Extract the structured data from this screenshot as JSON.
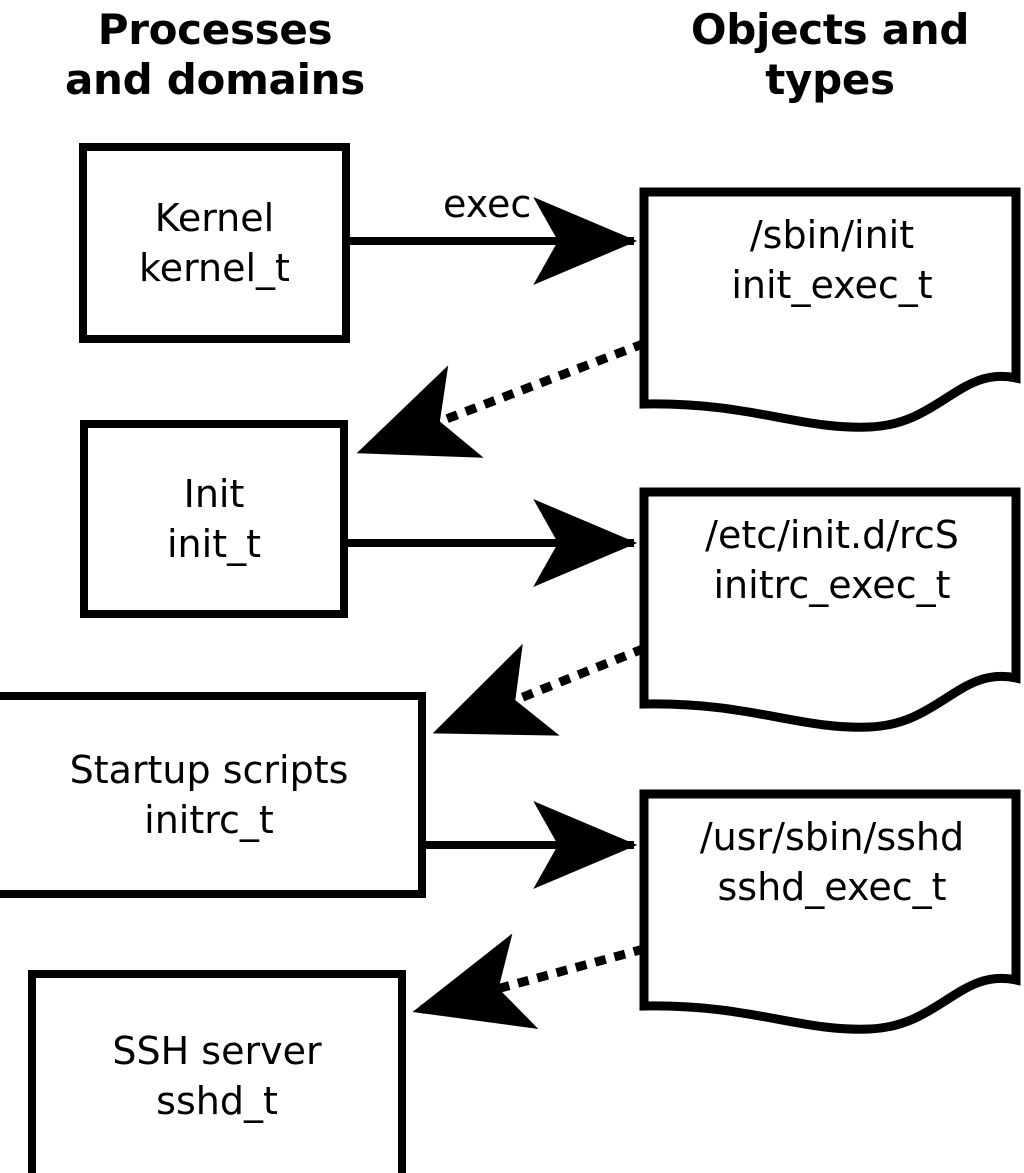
{
  "diagram": {
    "title": "SELinux process domain and object type transitions",
    "background_color": "#ffffff",
    "stroke_color": "#000000",
    "headers": {
      "left": "Processes\nand domains",
      "right": "Objects and\ntypes"
    },
    "process_boxes": [
      {
        "name": "kernel",
        "title": "Kernel",
        "type_label": "kernel_t"
      },
      {
        "name": "init",
        "title": "Init",
        "type_label": "init_t"
      },
      {
        "name": "initrc",
        "title": "Startup scripts",
        "type_label": "initrc_t"
      },
      {
        "name": "sshd",
        "title": "SSH server",
        "type_label": "sshd_t"
      }
    ],
    "object_docs": [
      {
        "name": "init-exec",
        "path": "/sbin/init",
        "type_label": "init_exec_t"
      },
      {
        "name": "initrc-exec",
        "path": "/etc/init.d/rcS",
        "type_label": "initrc_exec_t"
      },
      {
        "name": "sshd-exec",
        "path": "/usr/sbin/sshd",
        "type_label": "sshd_exec_t"
      }
    ],
    "edges": [
      {
        "name": "kernel-exec-init",
        "label": "exec",
        "style": "solid",
        "from": "kernel",
        "to": "init-exec"
      },
      {
        "name": "init-exec-to-init-domain",
        "label": "",
        "style": "dotted",
        "from": "init-exec",
        "to": "init"
      },
      {
        "name": "init-exec-initrc",
        "label": "",
        "style": "solid",
        "from": "init",
        "to": "initrc-exec"
      },
      {
        "name": "initrc-exec-to-initrc-domain",
        "label": "",
        "style": "dotted",
        "from": "initrc-exec",
        "to": "initrc"
      },
      {
        "name": "initrc-exec-sshd",
        "label": "",
        "style": "solid",
        "from": "initrc",
        "to": "sshd-exec"
      },
      {
        "name": "sshd-exec-to-sshd-domain",
        "label": "",
        "style": "dotted",
        "from": "sshd-exec",
        "to": "sshd"
      }
    ]
  }
}
